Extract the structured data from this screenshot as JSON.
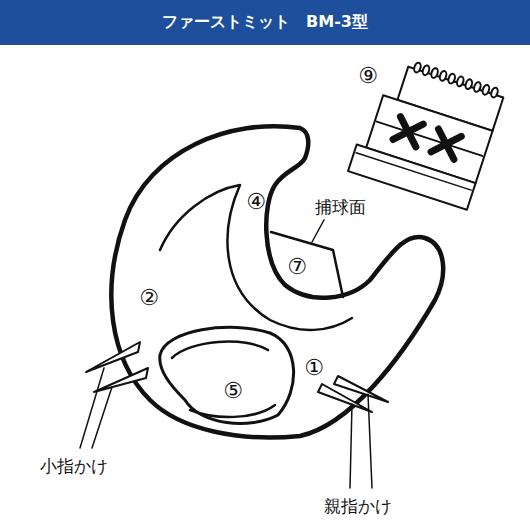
{
  "diagram": {
    "title": "ファーストミット　BM-3型",
    "labels": [
      "⑨",
      "④",
      "捕球面",
      "②",
      "⑦",
      "①",
      "⑤",
      "小指かけ",
      "親指かけ"
    ]
  }
}
